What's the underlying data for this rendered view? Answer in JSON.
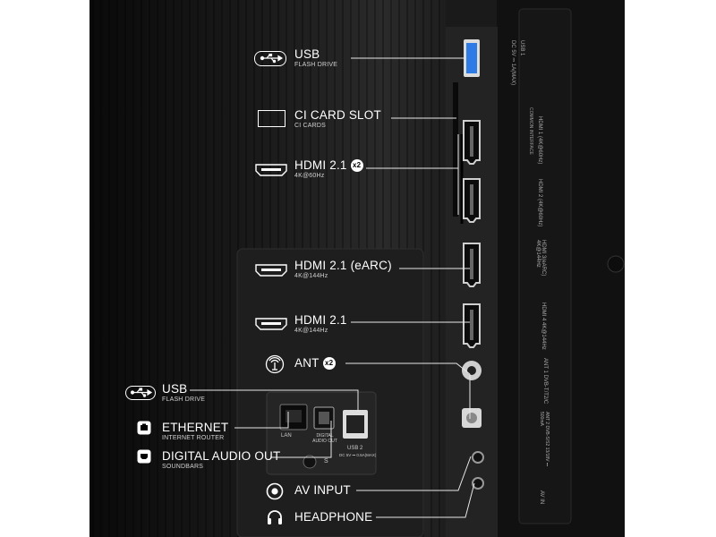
{
  "labels": {
    "usb_top": {
      "title": "USB",
      "sub": "FLASH DRIVE"
    },
    "ci_card": {
      "title": "CI CARD SLOT",
      "sub": "CI CARDS"
    },
    "hdmi_x2": {
      "title": "HDMI 2.1",
      "badge": "x2",
      "sub": "4K@60Hz"
    },
    "hdmi_earc": {
      "title": "HDMI 2.1 (eARC)",
      "sub": "4K@144Hz"
    },
    "hdmi_144": {
      "title": "HDMI 2.1",
      "sub": "4K@144Hz"
    },
    "ant": {
      "title": "ANT",
      "badge": "x2"
    },
    "usb_bottom": {
      "title": "USB",
      "sub": "FLASH DRIVE"
    },
    "ethernet": {
      "title": "ETHERNET",
      "sub": "INTERNET ROUTER"
    },
    "digital_audio": {
      "title": "DIGITAL AUDIO OUT",
      "sub": "SOUNDBARS"
    },
    "av_input": {
      "title": "AV INPUT"
    },
    "headphone": {
      "title": "HEADPHONE"
    }
  },
  "port_markings": {
    "lan": "LAN",
    "digital_audio_out": "DIGITAL AUDIO OUT",
    "usb2": "USB 2",
    "usb2_power": "DC 5V ⎓ 0.5A(MAX)",
    "s": "S",
    "usb1_power": "DC 5V ⎓ 1A(MAX)",
    "usb1": "USB 1",
    "common_interface": "COMMON INTERFACE",
    "hdmi1": "HDMI 1 (4K@60Hz)",
    "hdmi2": "HDMI 2 (4K@60Hz)",
    "hdmi3": "HDMI 3(eARC) 4K@144Hz",
    "hdmi4": "HDMI 4 4K@144Hz",
    "ant1": "ANT 1 DVB-T/T2/C",
    "ant2": "ANT 2 DVB-S/S2 13/18V ⎓ 500mA",
    "av_in": "AV IN"
  },
  "colors": {
    "usb_port": "#2f7be6",
    "text": "#ffffff",
    "line": "#e8e8e8"
  }
}
